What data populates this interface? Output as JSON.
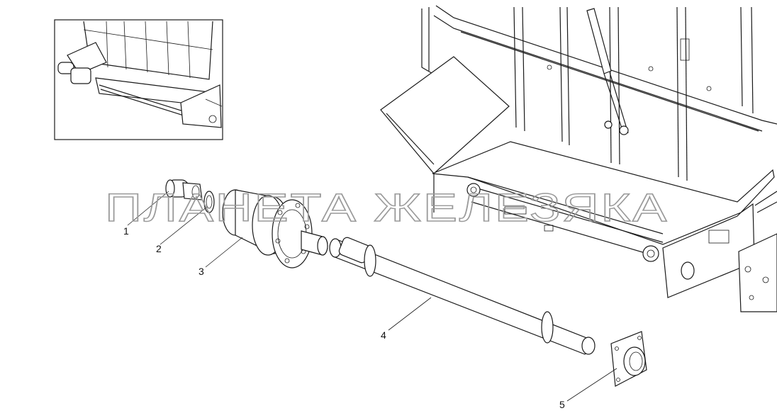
{
  "watermark": "ПЛАНЕТА ЖЕЛЕЗЯКА",
  "callouts": [
    {
      "number": "1",
      "part": "drive-coupling-small"
    },
    {
      "number": "2",
      "part": "coupling-ring"
    },
    {
      "number": "3",
      "part": "reducer-hub"
    },
    {
      "number": "4",
      "part": "drive-shaft"
    },
    {
      "number": "5",
      "part": "flange-bearing"
    }
  ],
  "colors": {
    "line": "#1a1a1a",
    "watermark": "#9a9a9a",
    "background": "#ffffff"
  }
}
